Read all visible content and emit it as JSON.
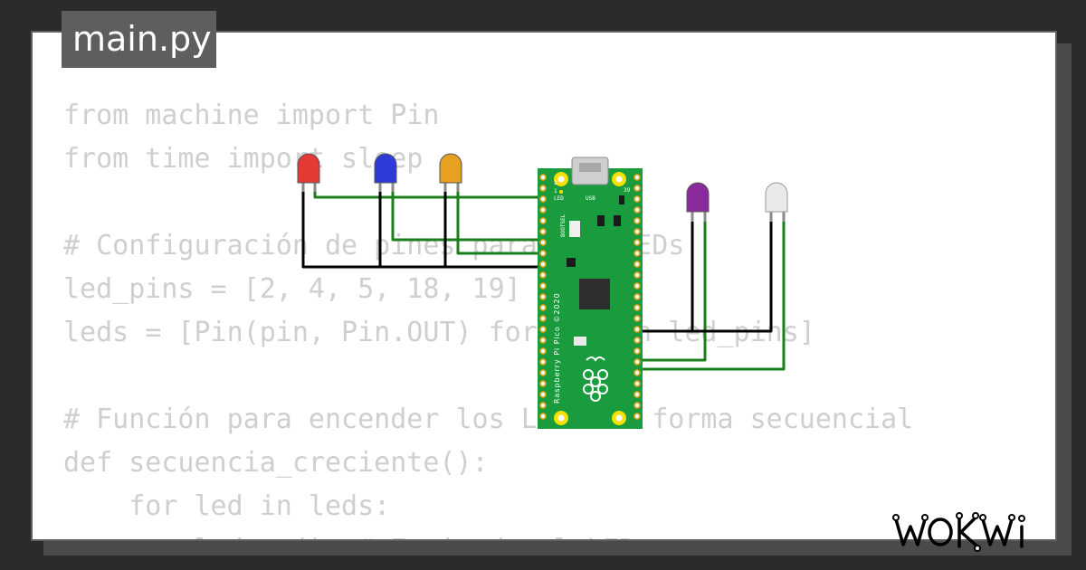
{
  "file_tab": {
    "label": "main.py"
  },
  "code_lines": [
    "from machine import Pin",
    "from time import sleep",
    "",
    "# Configuración de pines para los LEDs",
    "led_pins = [2, 4, 5, 18, 19]",
    "leds = [Pin(pin, Pin.OUT) for pin in led_pins]",
    "",
    "# Función para encender los LEDs de forma secuencial",
    "def secuencia_creciente():",
    "    for led in leds:",
    "        led.on()  # Enciende el LED"
  ],
  "board": {
    "name": "Raspberry Pi Pico ©2020",
    "label_led": "LED",
    "label_usb": "USB",
    "label_bootsel": "BOOTSEL",
    "pin_top_left_a": "1",
    "pin_top_left_b": "2",
    "pin_top_right": "39"
  },
  "leds": [
    {
      "id": "led-red",
      "color": "#e53935"
    },
    {
      "id": "led-blue",
      "color": "#2f3bd8"
    },
    {
      "id": "led-orange",
      "color": "#e8a020"
    },
    {
      "id": "led-purple",
      "color": "#8a2a9c"
    },
    {
      "id": "led-white",
      "color": "#e9e9e9"
    }
  ],
  "wire_colors": {
    "ground": "#000000",
    "signal": "#1a7f1a"
  },
  "brand": {
    "name": "WOKWI"
  }
}
